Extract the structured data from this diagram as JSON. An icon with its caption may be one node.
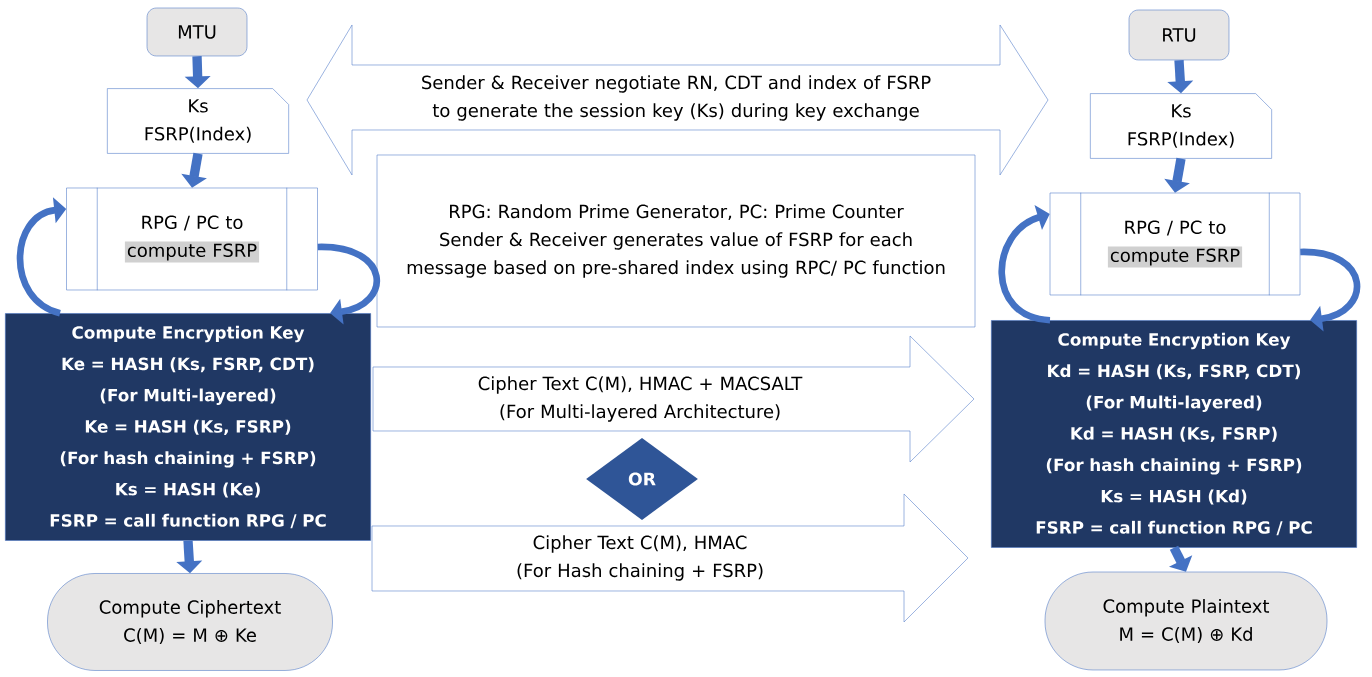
{
  "diagram": {
    "nodes": [
      {
        "text": [
          "MTU"
        ]
      },
      {
        "text": [
          "Ks",
          "FSRP(Index)"
        ]
      },
      {
        "text": [
          "RPG / PC to",
          "compute FSRP"
        ]
      },
      {
        "text": [
          "Compute Encryption Key",
          "Ke = HASH (Ks, FSRP, CDT)",
          "(For Multi-layered)",
          "Ke = HASH (Ks, FSRP)",
          "(For hash chaining + FSRP)",
          "Ks = HASH (Ke)",
          "FSRP = call function RPG / PC"
        ]
      },
      {
        "text": [
          "Compute Ciphertext",
          "C(M) = M ⊕ Ke"
        ]
      },
      {
        "text": [
          "RTU"
        ]
      },
      {
        "text": [
          "Ks",
          "FSRP(Index)"
        ]
      },
      {
        "text": [
          "RPG / PC to",
          "compute FSRP"
        ]
      },
      {
        "text": [
          "Compute Encryption Key",
          "Kd = HASH (Ks, FSRP, CDT)",
          "(For Multi-layered)",
          "Kd = HASH (Ks, FSRP)",
          "(For hash chaining + FSRP)",
          "Ks = HASH (Kd)",
          "FSRP = call function RPG / PC"
        ]
      },
      {
        "text": [
          "Compute Plaintext",
          "M = C(M) ⊕ Kd"
        ]
      },
      {
        "text": [
          "Sender & Receiver negotiate RN, CDT and index of FSRP to generate the session key (Ks) during key exchange"
        ]
      },
      {
        "text": [
          "RPG: Random Prime Generator, PC: Prime Counter",
          "Sender & Receiver generates value of FSRP for each message based on pre-shared index using RPC/ PC function"
        ]
      },
      {
        "text": [
          "Cipher Text C(M), HMAC + MACSALT",
          "(For Multi-layered Architecture)"
        ]
      },
      {
        "text": [
          "OR"
        ]
      },
      {
        "text": [
          "Cipher Text C(M), HMAC",
          "(For Hash chaining + FSRP)"
        ]
      }
    ],
    "edges": [
      {
        "from": 0,
        "to": 1,
        "arrow": "to"
      },
      {
        "from": 1,
        "to": 2,
        "arrow": "to"
      },
      {
        "from": 2,
        "to": 3,
        "arrow": "to"
      },
      {
        "from": 3,
        "to": 2,
        "arrow": "to"
      },
      {
        "from": 3,
        "to": 4,
        "arrow": "to"
      },
      {
        "from": 5,
        "to": 6,
        "arrow": "to"
      },
      {
        "from": 6,
        "to": 7,
        "arrow": "to"
      },
      {
        "from": 7,
        "to": 8,
        "arrow": "to"
      },
      {
        "from": 8,
        "to": 7,
        "arrow": "to"
      },
      {
        "from": 8,
        "to": 9,
        "arrow": "to"
      }
    ]
  }
}
